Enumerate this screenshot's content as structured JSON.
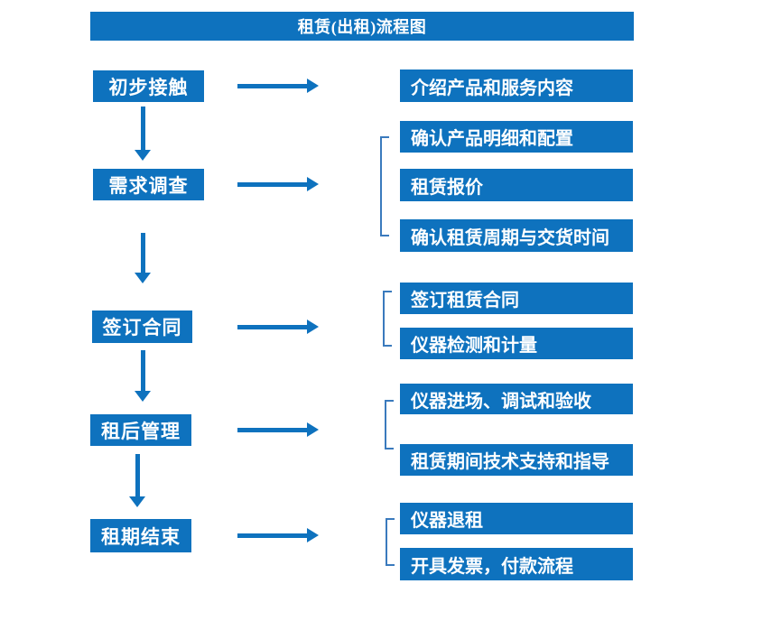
{
  "title": "租赁(出租)流程图",
  "colors": {
    "primary": "#0E72BE",
    "bracket": "#3A7ABD",
    "box_text": "#FFFFFF",
    "background": "#FFFFFF"
  },
  "steps": [
    {
      "label": "初步接触",
      "details": [
        "介绍产品和服务内容"
      ]
    },
    {
      "label": "需求调查",
      "details": [
        "确认产品明细和配置",
        "租赁报价",
        "确认租赁周期与交货时间"
      ]
    },
    {
      "label": "签订合同",
      "details": [
        "签订租赁合同",
        "仪器检测和计量"
      ]
    },
    {
      "label": "租后管理",
      "details": [
        "仪器进场、调试和验收",
        "租赁期间技术支持和指导"
      ]
    },
    {
      "label": "租期结束",
      "details": [
        "仪器退租",
        "开具发票，付款流程"
      ]
    }
  ]
}
